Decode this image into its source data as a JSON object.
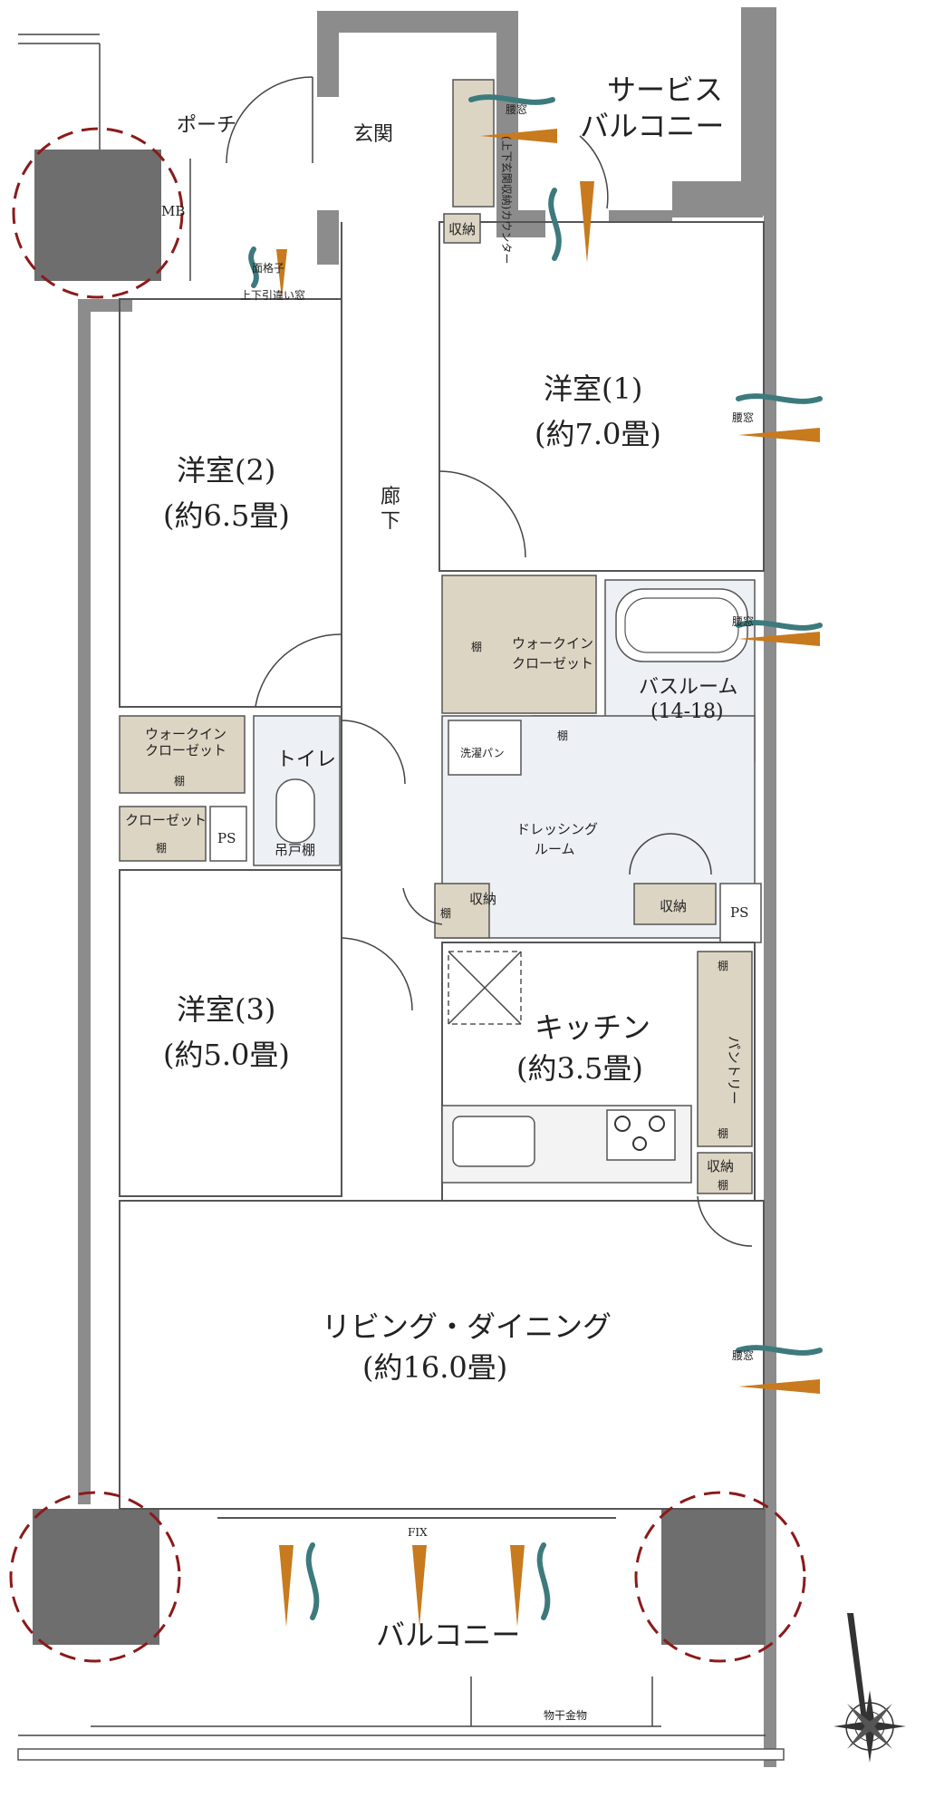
{
  "rooms": {
    "porch": "ポーチ",
    "mb": "MB",
    "entrance": "玄関",
    "shoe_counter": "(上下玄関収納)カウンター",
    "service_balcony_line1": "サービス",
    "service_balcony_line2": "バルコニー",
    "storage_entrance": "収納",
    "grille": "面格子",
    "sliding_window": "上下引違い窓",
    "room1_name": "洋室(1)",
    "room1_size": "(約7.0畳)",
    "room2_name": "洋室(2)",
    "room2_size": "(約6.5畳)",
    "corridor_line1": "廊",
    "corridor_line2": "下",
    "walkin1_line1": "ウォークイン",
    "walkin1_line2": "クローゼット",
    "shelf": "棚",
    "bath_name": "バスルーム",
    "bath_size": "(14-18)",
    "walkin2_line1": "ウォークイン",
    "walkin2_line2": "クローゼット",
    "toilet": "トイレ",
    "hanging_shelf": "吊戸棚",
    "closet": "クローゼット",
    "ps": "PS",
    "laundry_pan": "洗濯パン",
    "dressing_line1": "ドレッシング",
    "dressing_line2": "ルーム",
    "storage": "収納",
    "room3_name": "洋室(3)",
    "room3_size": "(約5.0畳)",
    "kitchen_name": "キッチン",
    "kitchen_size": "(約3.5畳)",
    "pantry": "パントリー",
    "living_name": "リビング・ダイニング",
    "living_size": "(約16.0畳)",
    "fix": "FIX",
    "balcony": "バルコニー",
    "clothes_hanger": "物干金物",
    "waist_window": "腰窓"
  },
  "colors": {
    "wall": "#8c8c8c",
    "storage_fill": "#ddd5c4",
    "wet_area_fill": "#edf0f4",
    "wind_teal": "#3d7a7d",
    "wind_orange": "#c77a1e",
    "column_circle": "#8b1a1a"
  },
  "icons": [
    "compass-rose-icon",
    "ventilation-wind-icon",
    "daylight-arrow-icon",
    "stove-burner-icon"
  ]
}
